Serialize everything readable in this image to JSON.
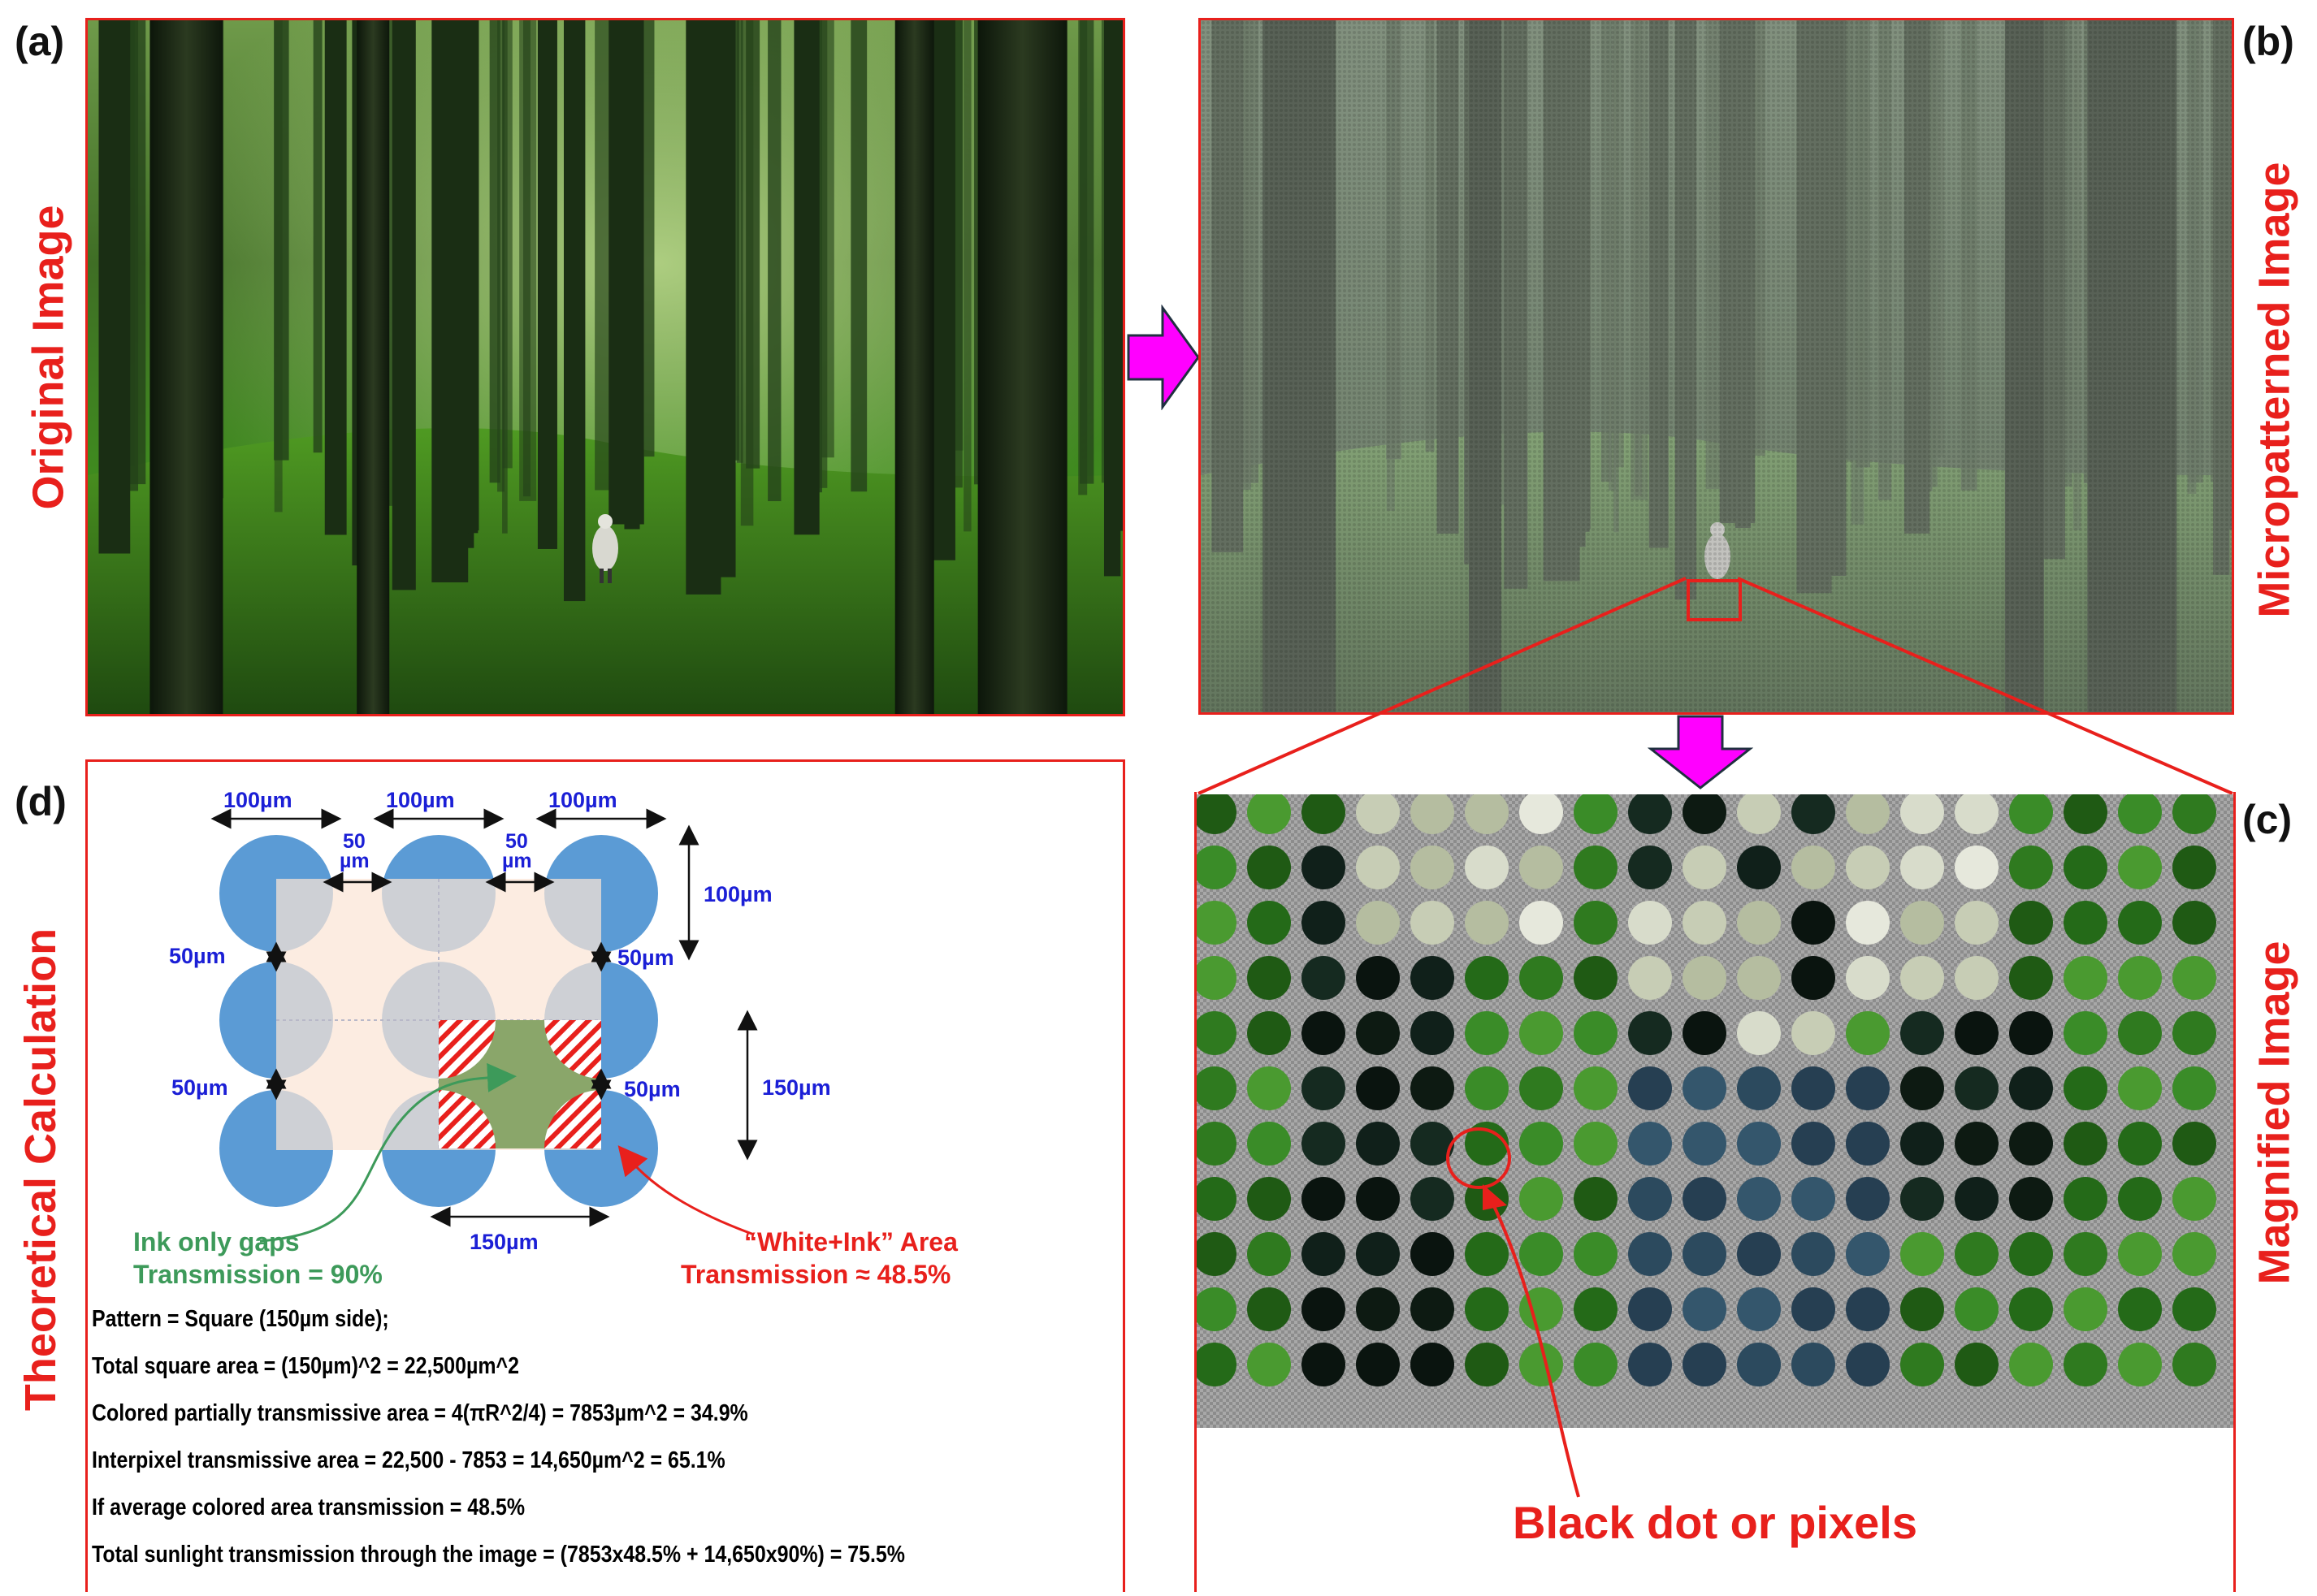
{
  "panels": {
    "a": {
      "letter": "(a)",
      "title": "Original Image"
    },
    "b": {
      "letter": "(b)",
      "title": "Micropatterned Image"
    },
    "c": {
      "letter": "(c)",
      "title": "Magnified Image",
      "caption": "Black dot or pixels"
    },
    "d": {
      "letter": "(d)",
      "title": "Theoretical Calculation"
    }
  },
  "diagram": {
    "dims": {
      "dot_width": "100µm",
      "gap": "50µm",
      "gap_line1": "50",
      "gap_line2": "µm",
      "dot_height": "100µm",
      "cell": "150µm"
    },
    "ink_gap_note": {
      "line1": "Ink only gaps",
      "line2": "Transmission = 90%"
    },
    "white_ink_note": {
      "line1": "“White+Ink” Area",
      "line2": "Transmission ≈ 48.5%"
    }
  },
  "calculation": [
    "Pattern = Square (150µm side);",
    "Total square area = (150µm)^2 = 22,500µm^2",
    "Colored partially transmissive area = 4(πR^2/4) = 7853µm^2 = 34.9%",
    "Interpixel transmissive area = 22,500 - 7853 = 14,650µm^2 = 65.1%",
    "If average colored area transmission = 48.5%",
    "Total sunlight transmission through the image = (7853x48.5% + 14,650x90%) = 75.5%"
  ],
  "colors": {
    "accent_red": "#e8201c",
    "arrow_magenta": "#ff00ff",
    "dot_blue": "#5b9bd5",
    "dim_blue": "#1b1fd6",
    "ink_green": "#3d9a5a",
    "forest_green": "#2f6b1f"
  }
}
